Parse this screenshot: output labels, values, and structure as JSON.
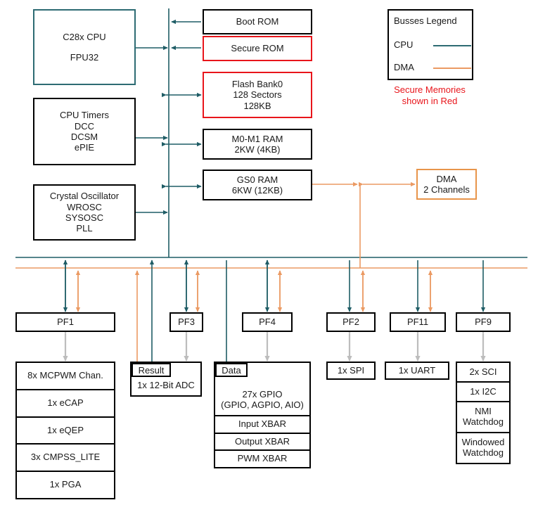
{
  "colors": {
    "cpu_bus": "#2d6b73",
    "dma_bus": "#eb9a63",
    "secure_red": "#e8151b",
    "black": "#000000",
    "gray_arrow": "#b8b8b8",
    "dma_box": "#e8954a"
  },
  "legend": {
    "title": "Busses Legend",
    "cpu_label": "CPU",
    "dma_label": "DMA",
    "note_line1": "Secure Memories",
    "note_line2": "shown in Red"
  },
  "cpu": {
    "line1": "C28x CPU",
    "line2": "FPU32"
  },
  "timers": {
    "line1": "CPU Timers",
    "line2": "DCC",
    "line3": "DCSM",
    "line4": "ePIE"
  },
  "osc": {
    "line1": "Crystal Oscillator",
    "line2": "WROSC",
    "line3": "SYSOSC",
    "line4": "PLL"
  },
  "memories": [
    {
      "name": "boot-rom",
      "lines": [
        "Boot ROM"
      ],
      "secure": false
    },
    {
      "name": "secure-rom",
      "lines": [
        "Secure ROM"
      ],
      "secure": true
    },
    {
      "name": "flash-bank0",
      "lines": [
        "Flash Bank0",
        "128 Sectors",
        "128KB"
      ],
      "secure": true
    },
    {
      "name": "m0m1-ram",
      "lines": [
        "M0-M1 RAM",
        "2KW (4KB)"
      ],
      "secure": false
    },
    {
      "name": "gs0-ram",
      "lines": [
        "GS0 RAM",
        "6KW (12KB)"
      ],
      "secure": false
    }
  ],
  "dma": {
    "line1": "DMA",
    "line2": "2 Channels"
  },
  "pf_blocks": [
    {
      "id": "pf1",
      "label": "PF1"
    },
    {
      "id": "pf3",
      "label": "PF3"
    },
    {
      "id": "pf4",
      "label": "PF4"
    },
    {
      "id": "pf2",
      "label": "PF2"
    },
    {
      "id": "pf11",
      "label": "PF11"
    },
    {
      "id": "pf9",
      "label": "PF9"
    }
  ],
  "peripherals": {
    "pf1_stack": [
      "8x MCPWM Chan.",
      "1x eCAP",
      "1x eQEP",
      "3x CMPSS_LITE",
      "1x PGA"
    ],
    "adc": {
      "tag": "Result",
      "body": "1x 12-Bit ADC"
    },
    "gpio": {
      "tag": "Data",
      "rows": [
        "27x GPIO\n(GPIO, AGPIO, AIO)",
        "Input XBAR",
        "Output XBAR",
        "PWM XBAR"
      ],
      "gpio_line1": "27x GPIO",
      "gpio_line2": "(GPIO, AGPIO, AIO)",
      "input_xbar": "Input XBAR",
      "output_xbar": "Output XBAR",
      "pwm_xbar": "PWM XBAR"
    },
    "spi": "1x SPI",
    "uart": "1x UART",
    "pf9_stack": [
      "2x SCI",
      "1x I2C",
      "NMI\nWatchdog",
      "Windowed\nWatchdog"
    ],
    "sci": "2x SCI",
    "i2c": "1x I2C",
    "nmi_wd_l1": "NMI",
    "nmi_wd_l2": "Watchdog",
    "win_wd_l1": "Windowed",
    "win_wd_l2": "Watchdog"
  }
}
